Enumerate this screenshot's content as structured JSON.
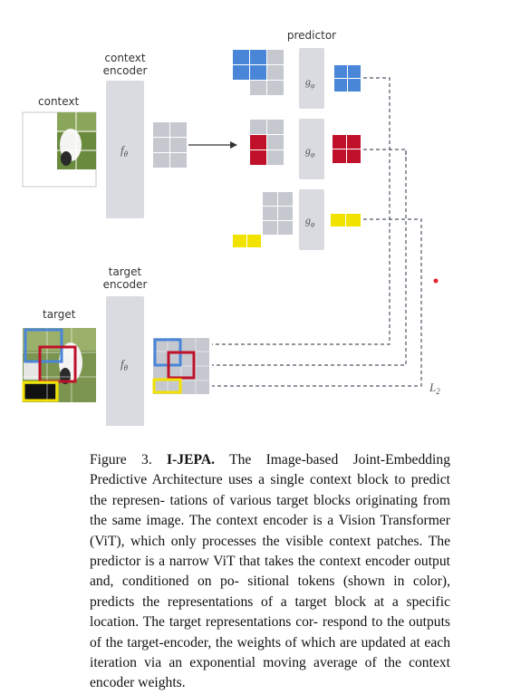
{
  "figure": {
    "labels": {
      "context": "context",
      "context_encoder": [
        "context",
        "encoder"
      ],
      "predictor": "predictor",
      "target_encoder": [
        "target",
        "encoder"
      ],
      "target": "target",
      "encoder_symbol": "f",
      "encoder_subscript": "θ",
      "predictor_symbol": "g",
      "predictor_subscript": "φ",
      "loss": "L",
      "loss_subscript": "2"
    },
    "colors": {
      "blue": "#4a86d8",
      "red": "#c0112a",
      "yellow": "#f2e200",
      "gray_block": "#d9dbe1",
      "cell_gray": "#c5c8cf",
      "dash": "#505766",
      "dot": "#e8202a"
    }
  },
  "caption": {
    "label": "Figure 3.",
    "title": "I-JEPA.",
    "lines": [
      "The Image-based Joint-Embedding Predictive",
      "Architecture uses a single context block to predict the represen-",
      "tations of various target blocks originating from the same image.",
      "The context encoder is a Vision Transformer (ViT), which only",
      "processes the visible context patches. The predictor is a narrow",
      "ViT that takes the context encoder output and, conditioned on po-",
      "sitional tokens (shown in color), predicts the representations of a",
      "target block at a specific location. The target representations cor-",
      "respond to the outputs of the target-encoder, the weights of which",
      "are updated at each iteration via an exponential moving average of",
      "the context encoder weights."
    ]
  }
}
